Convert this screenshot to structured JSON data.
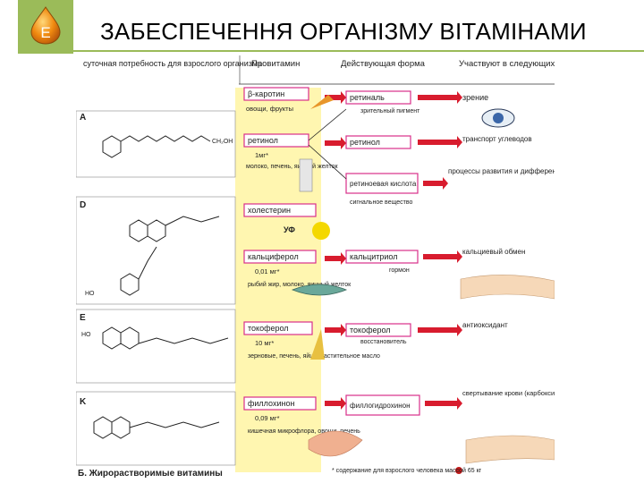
{
  "header": {
    "badge_letter": "E",
    "title": "ЗАБЕСПЕЧЕННЯ ОРГАНІЗМУ ВІТАМІНАМИ"
  },
  "columns": {
    "daily_need": "суточная потребность для взрослого организма",
    "provitamin": "Провитамин",
    "active_form": "Действующая форма",
    "participates": "Участвуют в следующих процессах:"
  },
  "sections": {
    "A": "A",
    "D": "D",
    "E": "E",
    "K": "K"
  },
  "labels": {
    "carotene": "β-каротин",
    "carotene_src": "овощи, фрукты",
    "retinol": "ретинол",
    "retinol_dose": "1мг*",
    "retinol_src": "молоко, печень, яичный желток",
    "retinal": "ретиналь",
    "visual_pigment": "зрительный пигмент",
    "vision": "зрение",
    "retinol_active": "ретинол",
    "transport": "транспорт углеводов",
    "retinoic": "ретиноевая кислота",
    "signal": "сигнальное вещество",
    "growth": "процессы развития и дифференцировки",
    "cholesterol": "холестерин",
    "uv": "УФ",
    "calciferol": "кальциферол",
    "calciferol_dose": "0,01 мг*",
    "calciferol_src": "рыбий жир, молоко, яичный желток",
    "calcitriol": "кальцитриол",
    "hormone": "гормон",
    "calcium": "кальциевый обмен",
    "tocopherol": "токоферол",
    "tocopherol_dose": "10 мг*",
    "tocopherol_src": "зерновые, печень, яйца, растительное масло",
    "tocopherol_active": "токоферол",
    "reducer": "восстановитель",
    "antioxidant": "антиоксидант",
    "phylloquinone": "филлохинон",
    "phylloquinone_dose": "0,09 мг*",
    "phylloquinone_src": "кишечная микрофлора, овощи, печень",
    "phylloquinone_active": "филлогидрохинон",
    "clotting": "свертывание крови (карбоксилирование факторов свертывания крови)",
    "footnote": "* содержание для взрослого человека массой 65 кг",
    "section_title": "Б. Жирорастворимые витамины"
  },
  "colors": {
    "accent_green": "#9bbb59",
    "highlight_yellow": "#fff6b0",
    "box_pink": "#d8308a",
    "arrow_red": "#d81c2e",
    "carrot": "#e8962a",
    "sun": "#f4d800"
  }
}
